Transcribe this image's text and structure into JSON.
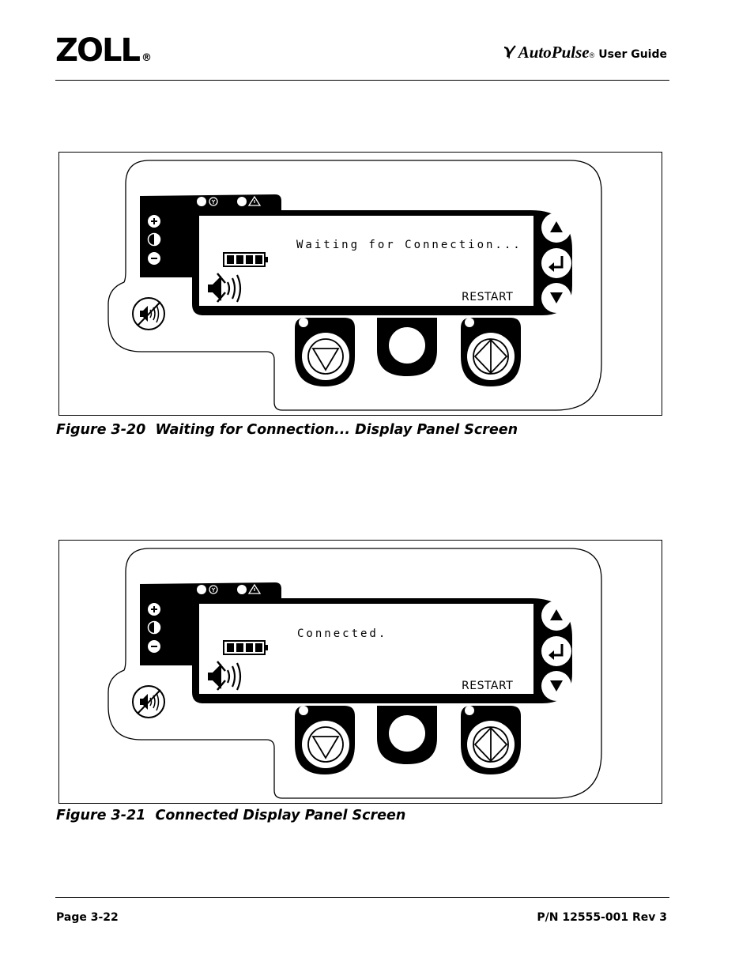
{
  "header": {
    "logo": "ZOLL",
    "logo_mark": "®",
    "product": "AutoPulse",
    "product_mark": "®",
    "guide": "User Guide"
  },
  "figures": [
    {
      "caption": "Figure 3-20  Waiting for Connection... Display Panel Screen",
      "screen_message": "Waiting for Connection...",
      "softkey_label": "RESTART",
      "icons": [
        "power-led-icon",
        "warning-icon",
        "plus-icon",
        "contrast-icon",
        "minus-icon",
        "battery-icon",
        "speaker-icon",
        "mute-icon",
        "up-arrow-icon",
        "enter-icon",
        "down-arrow-icon",
        "stop-icon",
        "start-icon"
      ]
    },
    {
      "caption": "Figure 3-21  Connected Display Panel Screen",
      "screen_message": "Connected.",
      "softkey_label": "RESTART",
      "icons": [
        "power-led-icon",
        "warning-icon",
        "plus-icon",
        "contrast-icon",
        "minus-icon",
        "battery-icon",
        "speaker-icon",
        "mute-icon",
        "up-arrow-icon",
        "enter-icon",
        "down-arrow-icon",
        "stop-icon",
        "start-icon"
      ]
    }
  ],
  "footer": {
    "page": "Page 3-22",
    "part_number": "P/N 12555-001 Rev 3"
  }
}
